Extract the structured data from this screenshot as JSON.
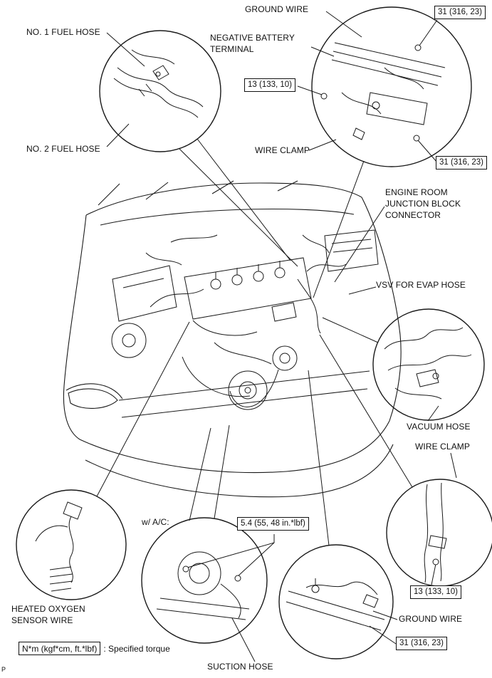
{
  "page": {
    "marker": "P"
  },
  "labels": {
    "ground_wire_top": "GROUND WIRE",
    "no1_fuel_hose": "NO. 1 FUEL HOSE",
    "negative_battery_terminal": "NEGATIVE BATTERY\nTERMINAL",
    "no2_fuel_hose": "NO. 2 FUEL HOSE",
    "wire_clamp_top": "WIRE CLAMP",
    "engine_room_junction": "ENGINE ROOM\nJUNCTION BLOCK\nCONNECTOR",
    "vsv_evap_hose": "VSV FOR EVAP HOSE",
    "vacuum_hose": "VACUUM HOSE",
    "wire_clamp_right": "WIRE CLAMP",
    "with_ac": "w/ A/C:",
    "heated_oxygen": "HEATED OXYGEN\nSENSOR WIRE",
    "ground_wire_bottom": "GROUND WIRE",
    "suction_hose": "SUCTION HOSE"
  },
  "torque_specs": {
    "ground_wire_top_spec": "31 (316, 23)",
    "battery_terminal_spec": "13 (133, 10)",
    "ground_wire_mid_spec": "31 (316, 23)",
    "suction_hose_spec": "5.4 (55, 48 in.*lbf)",
    "wire_clamp_spec": "13 (133, 10)",
    "ground_wire_bottom_spec": "31 (316, 23)"
  },
  "legend": {
    "unit_box": "N*m (kgf*cm, ft.*lbf)",
    "caption": ": Specified torque"
  },
  "colors": {
    "line": "#1a1a1a",
    "background": "#ffffff"
  }
}
